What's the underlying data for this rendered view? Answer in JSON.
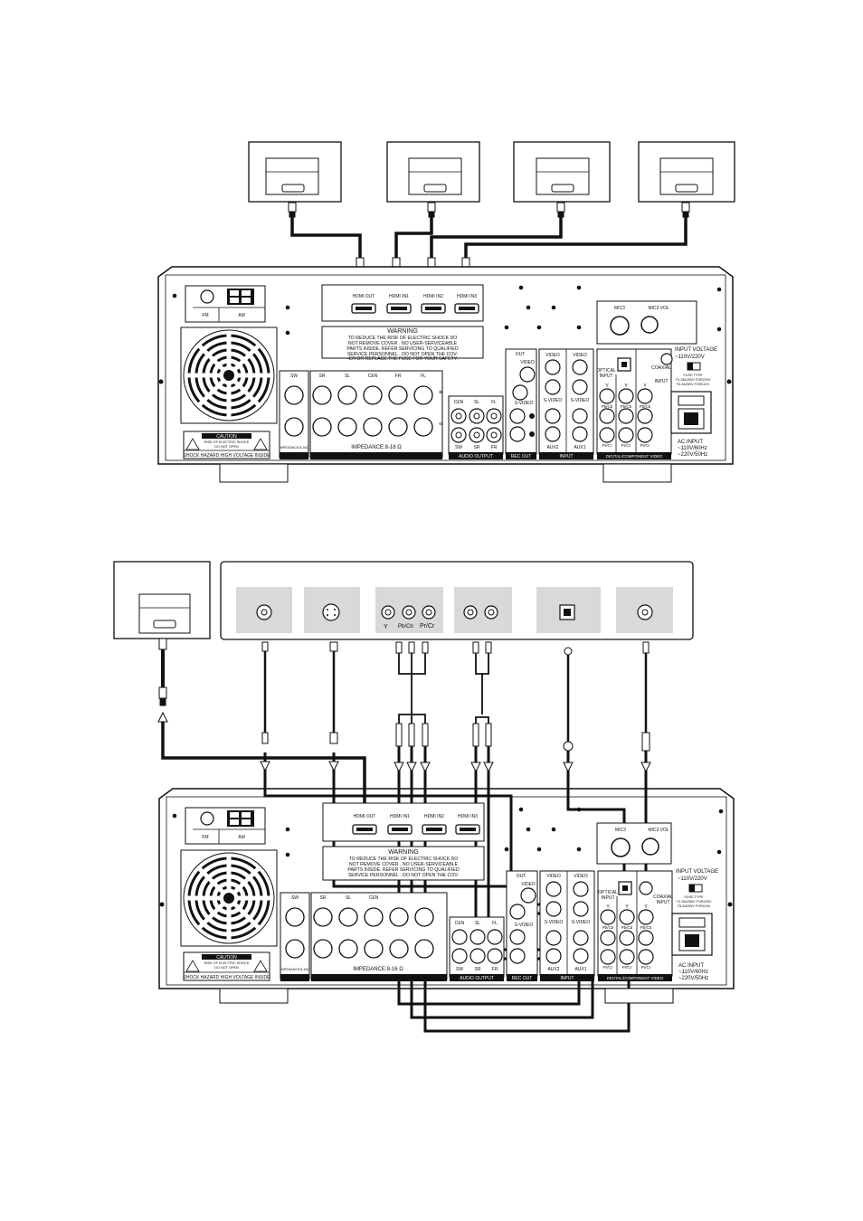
{
  "top_diagram": {
    "hdmi_ports": [
      "HDMI OUT",
      "HDMI IN1",
      "HDMI IN2",
      "HDMI IN3"
    ],
    "antenna": [
      "FM",
      "AM"
    ],
    "mic": [
      "MIC3",
      "MIC3 VOL"
    ],
    "warning_title": "WARNING",
    "warning_lines": [
      "TO REDUCE THE RISK OF ELECTRIC SHOCK DO",
      "NOT REMOVE COVER . NO USER-SERVICEABLE",
      "PARTS INSIDE. REFER SERVICING TO QUALIFIED",
      "SERVICE PERSONNEL . DO NOT OPEN THE COV-",
      "-ER OR REPLACE THE FUSE FOR YOUR SAFETY."
    ],
    "speaker_labels": [
      "SW",
      "SR",
      "SL",
      "CEN",
      "FR",
      "FL"
    ],
    "impedance_sw": "IMPEDANCE:8-16Ω",
    "impedance": "IMPEDANCE:8-16 Ω",
    "audio_output_top": [
      "CEN",
      "SL",
      "FL"
    ],
    "audio_output_bottom": [
      "SW",
      "SR",
      "FR"
    ],
    "audio_output": "AUDIO OUTPUT",
    "rec_out": "REC OUT",
    "out": "OUT",
    "video": "VIDEO",
    "s_video": "S-VIDEO",
    "aux2": "AUX2",
    "aux1": "AUX1",
    "input": "INPUT",
    "optical_input": [
      "OPTICAL",
      "INPUT"
    ],
    "coaxial_input": [
      "COAXIAL",
      "INPUT"
    ],
    "y": "Y",
    "pb_cb": "Pb/Cb",
    "pr_cr": "Pr/Cr",
    "digital_component_video": "DIGITAL/COMPONENT VIDEO",
    "input_voltage": "INPUT VOLTAGE",
    "voltage_select": "~110V/220V",
    "fuse_lines": [
      "FUSE TYPE",
      "T3.15A250V FOR220V",
      "T6.3A250V FOR110V"
    ],
    "ac_input": [
      "AC INPUT",
      "~110V/60Hz",
      "~220V/50Hz"
    ],
    "caution": "CAUTION",
    "caution_lines": [
      "RISK OF ELECTRIC SHOCK",
      "DO NOT OPEN"
    ],
    "shock_hazard": "SHOCK HAZARD HIGH VOLTAGE INSIDE"
  },
  "bottom_diagram": {
    "source_labels": [
      "Y",
      "Pb/Cb",
      "Pr/Cr"
    ],
    "hdmi_ports": [
      "HDMI OUT",
      "HDMI IN1",
      "HDMI IN2",
      "HDMI IN3"
    ],
    "warning_title": "WARNING",
    "audio_output_top": [
      "CEN",
      "SL",
      "FL"
    ],
    "audio_output_bottom": [
      "SW",
      "SR",
      "FR"
    ]
  },
  "colors": {
    "line": "#111111",
    "panel_gray": "#d9d9d9",
    "paper": "#ffffff"
  }
}
